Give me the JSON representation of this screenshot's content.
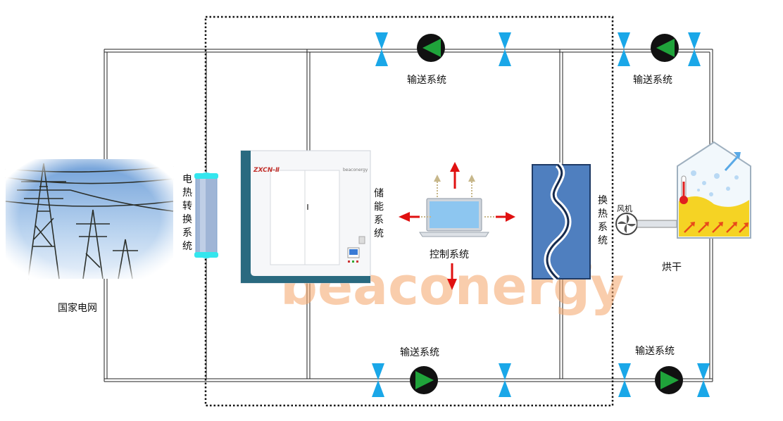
{
  "labels": {
    "grid": "国家电网",
    "electric_heat": "电热转换系统",
    "storage": "储能系统",
    "control": "控制系统",
    "heat_exchange": "换热系统",
    "fan": "风机",
    "drying": "烘干",
    "conveying_top_mid": "输送系统",
    "conveying_top_right": "输送系统",
    "conveying_bottom_mid": "输送系统",
    "conveying_bottom_right": "输送系统"
  },
  "device": {
    "model": "ZXCN-Ⅱ",
    "brand_small": "beaconergy"
  },
  "watermark": {
    "text": "beaconergy",
    "mark": "®"
  },
  "colors": {
    "pipe": "#222222",
    "pump": "#1fa33a",
    "valve": "#1aa7e8",
    "arrow": "#e01010",
    "exchanger": "#4f7fbf",
    "watermark": "#f5a56a"
  },
  "icons": {
    "pump": "pump-icon",
    "valve": "valve-icon",
    "fan": "fan-icon",
    "laptop": "laptop-icon",
    "thermometer": "thermometer-icon"
  }
}
